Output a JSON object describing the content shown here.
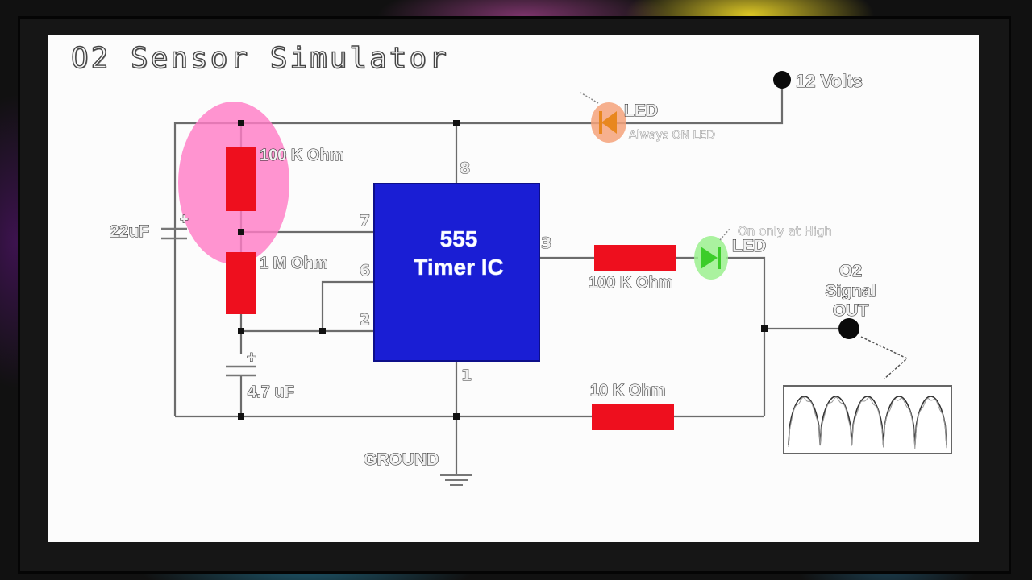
{
  "title": "O2 Sensor Simulator",
  "supply": {
    "label": "12 Volts"
  },
  "ic": {
    "line1": "555",
    "line2": "Timer IC"
  },
  "pins": {
    "p8": "8",
    "p7": "7",
    "p6": "6",
    "p2": "2",
    "p3": "3",
    "p1": "1"
  },
  "components": {
    "r_top": "100 K Ohm",
    "r_mid": "1 M Ohm",
    "r_out": "100 K Ohm",
    "r_bottom": "10 K Ohm",
    "cap_large": "22uF",
    "cap_small": "4.7 uF",
    "cap_plus": "+"
  },
  "led_power": {
    "label": "LED",
    "note": "Always ON LED",
    "color": "#e8871f"
  },
  "led_signal": {
    "label": "LED",
    "note": "On only at High",
    "color": "#3ccd2a"
  },
  "ground": {
    "label": "GROUND"
  },
  "output": {
    "line1": "O2",
    "line2": "Signal",
    "line3": "OUT"
  },
  "colors": {
    "resistor": "#ee0f1e",
    "ic": "#1a1ed4",
    "highlight": "#ff7cc6",
    "wire": "#6c6c6c"
  }
}
